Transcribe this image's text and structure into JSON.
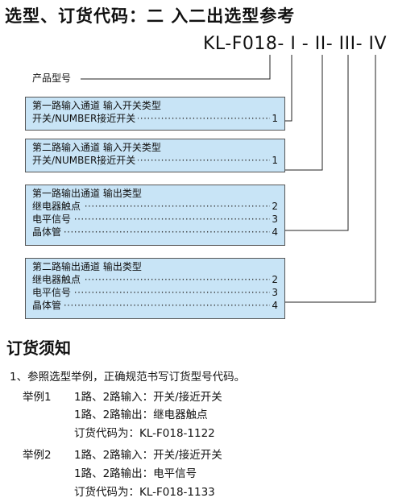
{
  "title": "选型、订货代码：二 入二出选型参考",
  "model_code": "KL-F018- I -  II-  III- IV",
  "product_label": "产品型号",
  "boxes": [
    {
      "heading": "第一路输入通道 输入开关类型",
      "options": [
        {
          "text": "开关/NUMBER接近开关",
          "num": "1"
        }
      ]
    },
    {
      "heading": "第二路输入通道 输入开关类型",
      "options": [
        {
          "text": "开关/NUMBER接近开关",
          "num": "1"
        }
      ]
    },
    {
      "heading": "第一路输出通道 输出类型",
      "options": [
        {
          "text": "继电器触点",
          "num": "2"
        },
        {
          "text": "电平信号",
          "num": "3"
        },
        {
          "text": "晶体管",
          "num": "4"
        }
      ]
    },
    {
      "heading": "第二路输出通道 输出类型",
      "options": [
        {
          "text": "继电器触点",
          "num": "2"
        },
        {
          "text": "电平信号",
          "num": "3"
        },
        {
          "text": "晶体管",
          "num": "4"
        }
      ]
    }
  ],
  "order": {
    "title": "订货须知",
    "note1": "1、参照选型举例，正确规范书写订货型号代码。",
    "example1": {
      "label": "举例1",
      "line1": "1路、2路输入：开关/接近开关",
      "line2": "1路、2路输出：继电器触点",
      "line3": "订货代码为：KL-F018-1122"
    },
    "example2": {
      "label": "举例2",
      "line1": "1路、2路输入：开关/接近开关",
      "line2": "1路、2路输出：电平信号",
      "line3": "订货代码为：KL-F018-1133"
    }
  }
}
